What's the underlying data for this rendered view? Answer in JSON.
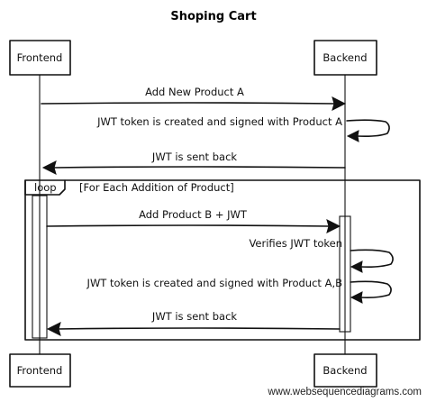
{
  "diagram": {
    "title": "Shoping Cart",
    "actors": {
      "frontend": "Frontend",
      "backend": "Backend"
    },
    "messages": {
      "m1": "Add New Product A",
      "m2": "JWT token is created and signed with Product A",
      "m3": "JWT is sent back",
      "m4": "Add Product B + JWT",
      "m5": "Verifies JWT token",
      "m6": "JWT token is created and signed with Product A,B",
      "m7": "JWT is sent back"
    },
    "loop": {
      "tag": "loop",
      "condition": "[For Each Addition of Product]"
    },
    "watermark": "www.websequencediagrams.com"
  }
}
